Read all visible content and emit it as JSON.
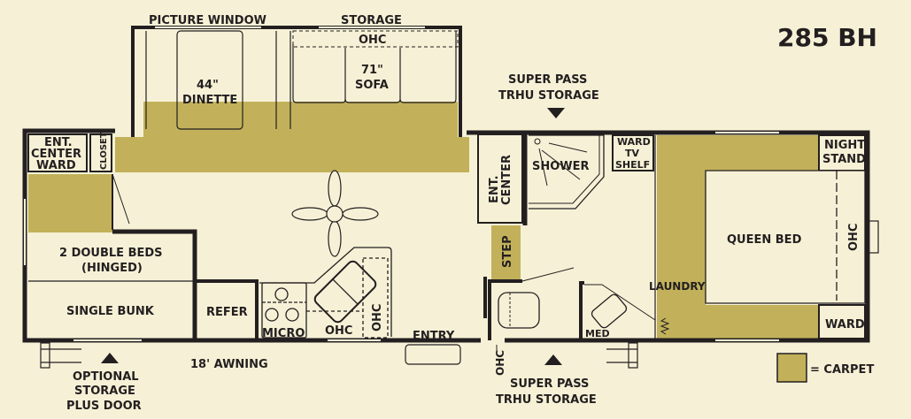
{
  "title": "285 BH",
  "colors": {
    "background": "#f6f1d6",
    "carpet": "#c2b15a",
    "wall": "#231f20",
    "floor": "#f6f1d6"
  },
  "legend": {
    "swatch": "carpet",
    "label": "= CARPET"
  },
  "exterior_labels": {
    "picture_window": "PICTURE WINDOW",
    "storage_top": "STORAGE",
    "super_pass_top_1": "SUPER PASS",
    "super_pass_top_2": "TRHU STORAGE",
    "super_pass_bottom_1": "SUPER PASS",
    "super_pass_bottom_2": "TRHU STORAGE",
    "optional_1": "OPTIONAL",
    "optional_2": "STORAGE",
    "optional_3": "PLUS DOOR",
    "awning": "18' AWNING",
    "entry": "ENTRY"
  },
  "rooms": {
    "ohc_slide": "OHC",
    "dinette_1": "44\"",
    "dinette_2": "DINETTE",
    "sofa_1": "71\"",
    "sofa_2": "SOFA",
    "ent_center_ward_1": "ENT.",
    "ent_center_ward_2": "CENTER",
    "ent_center_ward_3": "WARD",
    "closet": "CLOSET",
    "double_beds_1": "2 DOUBLE BEDS",
    "double_beds_2": "(HINGED)",
    "single_bunk": "SINGLE BUNK",
    "refer": "REFER",
    "micro": "MICRO",
    "ohc_kitchen": "OHC",
    "ohc_kitchen_vertical": "OHC",
    "ent_center_1": "ENT.",
    "ent_center_2": "CENTER",
    "step": "STEP",
    "shower": "SHOWER",
    "ward_tv_1": "WARD",
    "ward_tv_2": "TV",
    "ward_tv_3": "SHELF",
    "night_stand_1": "NIGHT",
    "night_stand_2": "STAND",
    "queen_bed": "QUEEN BED",
    "ohc_bedroom": "OHC",
    "ward_bedroom": "WARD",
    "laundry": "LAUNDRY",
    "med": "MED",
    "ohc_bath": "OHC"
  }
}
